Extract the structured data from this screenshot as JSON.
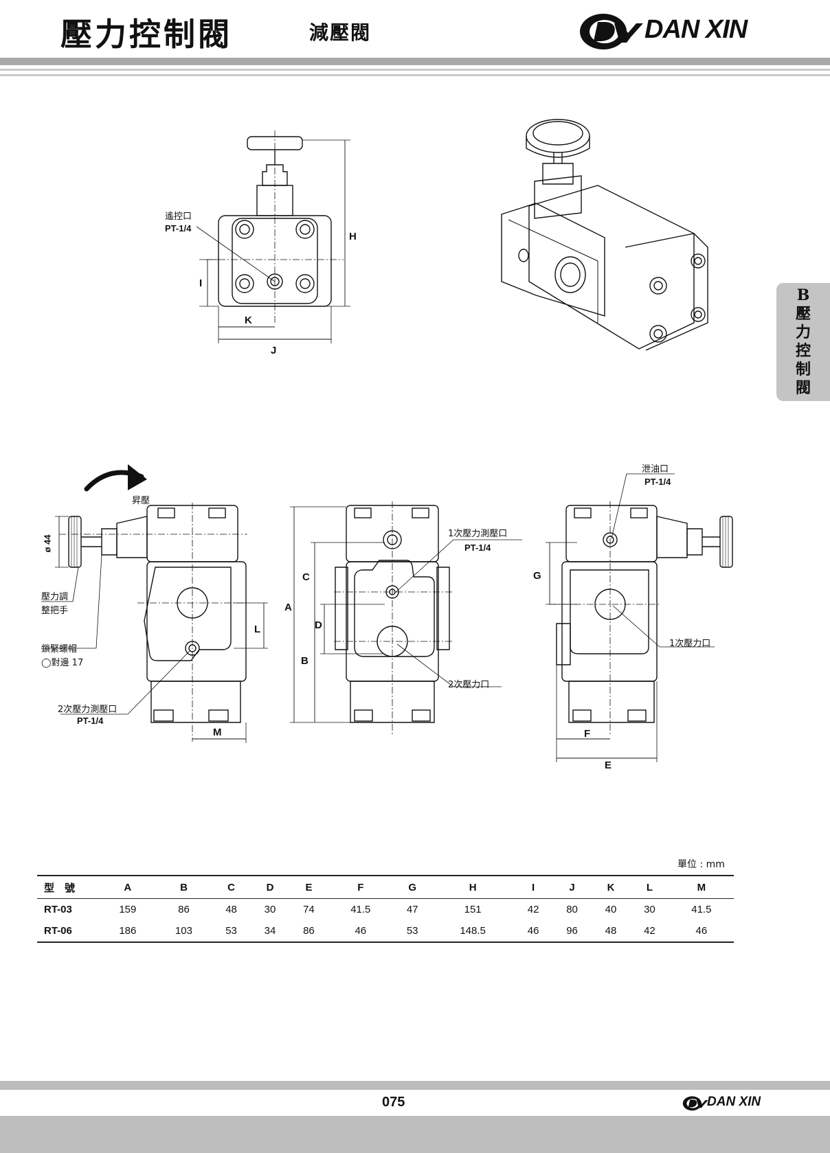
{
  "header": {
    "title": "壓力控制閥",
    "subtitle": "減壓閥",
    "brand": "DAN XIN"
  },
  "side_tab": [
    "B",
    "壓",
    "力",
    "控",
    "制",
    "閥"
  ],
  "labels": {
    "remote_port": "遙控口",
    "remote_port_spec": "PT-1/4",
    "raise_pressure": "昇壓",
    "dia": "ø 44",
    "adjust_handle_1": "壓力調",
    "adjust_handle_2": "整把手",
    "lock_nut_1": "鎖緊螺帽",
    "lock_nut_2": "◯對邊 17",
    "secondary_gauge": "2次壓力測壓口",
    "secondary_gauge_spec": "PT-1/4",
    "primary_gauge": "1次壓力測壓口",
    "primary_gauge_spec": "PT-1/4",
    "secondary_port": "2次壓力口",
    "drain_port": "泄油口",
    "drain_port_spec": "PT-1/4",
    "primary_port": "1次壓力口"
  },
  "dims": {
    "A": "A",
    "B": "B",
    "C": "C",
    "D": "D",
    "E": "E",
    "F": "F",
    "G": "G",
    "H": "H",
    "I": "I",
    "J": "J",
    "K": "K",
    "L": "L",
    "M": "M"
  },
  "table": {
    "unit": "單位 : mm",
    "headers": [
      "型　號",
      "A",
      "B",
      "C",
      "D",
      "E",
      "F",
      "G",
      "H",
      "I",
      "J",
      "K",
      "L",
      "M"
    ],
    "rows": [
      [
        "RT-03",
        "159",
        "86",
        "48",
        "30",
        "74",
        "41.5",
        "47",
        "151",
        "42",
        "80",
        "40",
        "30",
        "41.5"
      ],
      [
        "RT-06",
        "186",
        "103",
        "53",
        "34",
        "86",
        "46",
        "53",
        "148.5",
        "46",
        "96",
        "48",
        "42",
        "46"
      ]
    ]
  },
  "footer": {
    "page": "075",
    "brand": "DAN XIN"
  }
}
